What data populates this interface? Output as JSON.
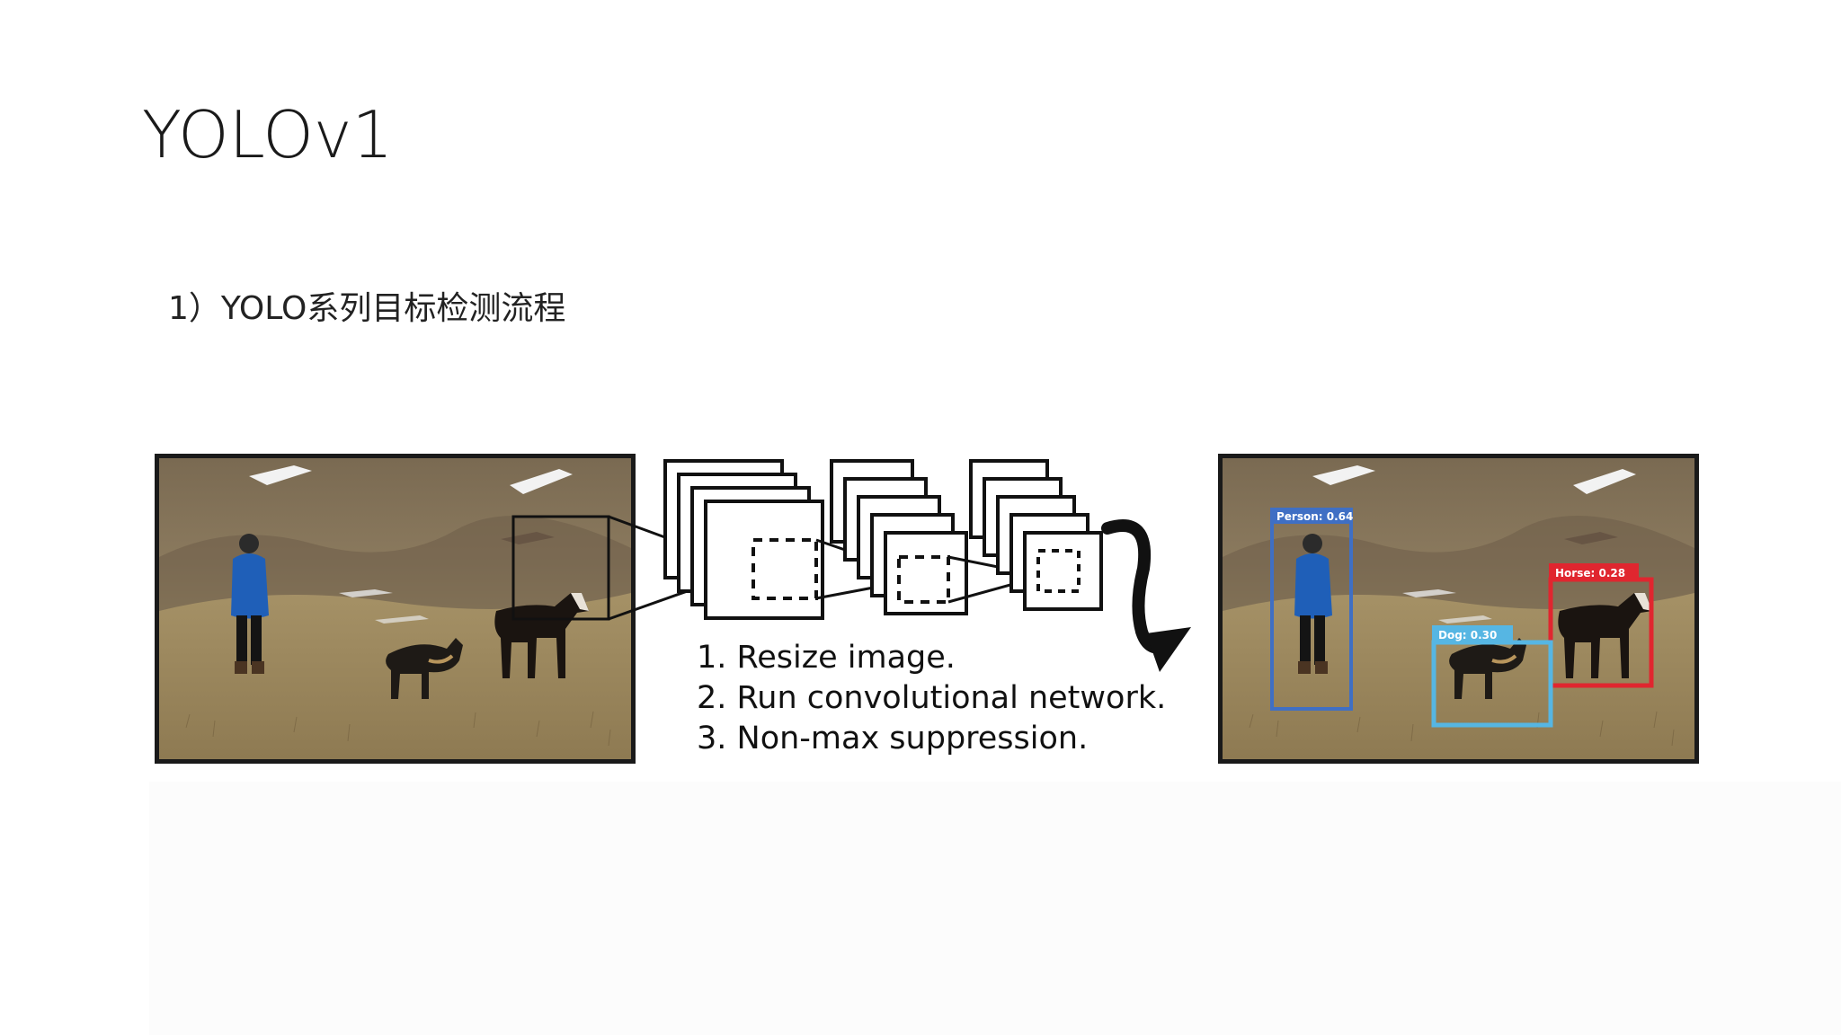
{
  "slide": {
    "title": "YOLOv1",
    "subtitle": "1）YOLO系列目标检测流程"
  },
  "figure": {
    "steps": [
      "1. Resize image.",
      "2. Run convolutional network.",
      "3. Non-max suppression."
    ],
    "detections": [
      {
        "label": "Person: 0.64",
        "color": "#3f6fc4"
      },
      {
        "label": "Horse: 0.28",
        "color": "#e0262f"
      },
      {
        "label": "Dog: 0.30",
        "color": "#56b6e3"
      }
    ]
  }
}
